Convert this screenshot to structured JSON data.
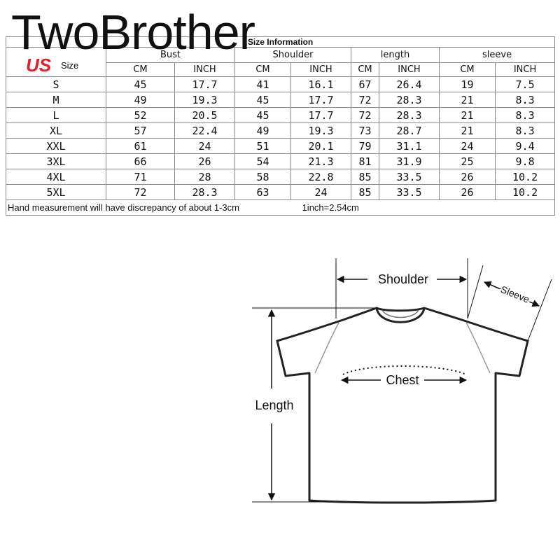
{
  "brand": "TwoBrother",
  "table": {
    "title": "Size Information",
    "us_tag": "US",
    "size_label": "Size",
    "groups": [
      "Bust",
      "Shoulder",
      "length",
      "sleeve"
    ],
    "unit_cm": "CM",
    "unit_inch": "INCH",
    "rows": [
      {
        "size": "S",
        "bust_cm": "45",
        "bust_in": "17.7",
        "shoulder_cm": "41",
        "shoulder_in": "16.1",
        "length_cm": "67",
        "length_in": "26.4",
        "sleeve_cm": "19",
        "sleeve_in": "7.5"
      },
      {
        "size": "M",
        "bust_cm": "49",
        "bust_in": "19.3",
        "shoulder_cm": "45",
        "shoulder_in": "17.7",
        "length_cm": "72",
        "length_in": "28.3",
        "sleeve_cm": "21",
        "sleeve_in": "8.3"
      },
      {
        "size": "L",
        "bust_cm": "52",
        "bust_in": "20.5",
        "shoulder_cm": "45",
        "shoulder_in": "17.7",
        "length_cm": "72",
        "length_in": "28.3",
        "sleeve_cm": "21",
        "sleeve_in": "8.3"
      },
      {
        "size": "XL",
        "bust_cm": "57",
        "bust_in": "22.4",
        "shoulder_cm": "49",
        "shoulder_in": "19.3",
        "length_cm": "73",
        "length_in": "28.7",
        "sleeve_cm": "21",
        "sleeve_in": "8.3"
      },
      {
        "size": "XXL",
        "bust_cm": "61",
        "bust_in": "24",
        "shoulder_cm": "51",
        "shoulder_in": "20.1",
        "length_cm": "79",
        "length_in": "31.1",
        "sleeve_cm": "24",
        "sleeve_in": "9.4"
      },
      {
        "size": "3XL",
        "bust_cm": "66",
        "bust_in": "26",
        "shoulder_cm": "54",
        "shoulder_in": "21.3",
        "length_cm": "81",
        "length_in": "31.9",
        "sleeve_cm": "25",
        "sleeve_in": "9.8"
      },
      {
        "size": "4XL",
        "bust_cm": "71",
        "bust_in": "28",
        "shoulder_cm": "58",
        "shoulder_in": "22.8",
        "length_cm": "85",
        "length_in": "33.5",
        "sleeve_cm": "26",
        "sleeve_in": "10.2"
      },
      {
        "size": "5XL",
        "bust_cm": "72",
        "bust_in": "28.3",
        "shoulder_cm": "63",
        "shoulder_in": "24",
        "length_cm": "85",
        "length_in": "33.5",
        "sleeve_cm": "26",
        "sleeve_in": "10.2"
      }
    ],
    "note": "Hand measurement will have discrepancy of about 1-3cm",
    "conversion": "1inch=2.54cm"
  },
  "diagram": {
    "shoulder_label": "Shoulder",
    "sleeve_label": "Sleeve",
    "chest_label": "Chest",
    "length_label": "Length"
  },
  "colors": {
    "us_tag": "#e0202a",
    "grid": "#8a8a8a",
    "ink": "#111111"
  }
}
